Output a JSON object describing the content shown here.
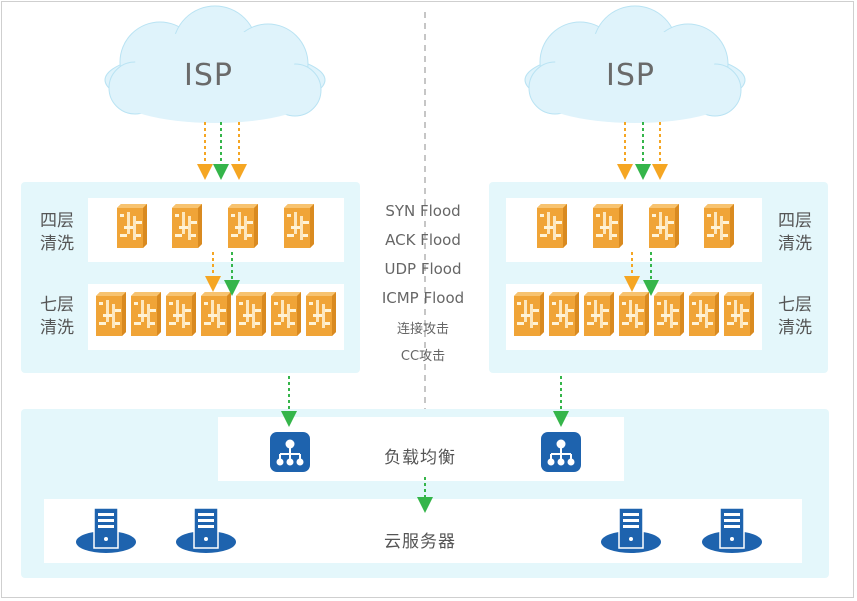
{
  "left": {
    "cloud": "ISP",
    "l4": "四层\n清洗",
    "l7": "七层\n清洗"
  },
  "right": {
    "cloud": "ISP",
    "l4": "四层\n清洗",
    "l7": "七层\n清洗"
  },
  "attacks": [
    "SYN Flood",
    "ACK Flood",
    "UDP Flood",
    "ICMP Flood",
    "连接攻击",
    "CC攻击"
  ],
  "load_balancer_label": "负载均衡",
  "servers_label": "云服务器",
  "colors": {
    "panel": "#e4f7fb",
    "cloud": "#dff3fb",
    "firewall": "#f0a437",
    "arrow_orange": "#f5a623",
    "arrow_green": "#35b54a",
    "lb": "#1e63ae",
    "server": "#1e63ae"
  },
  "icons": [
    "cloud-icon",
    "firewall-icon",
    "load-balancer-icon",
    "server-icon"
  ]
}
